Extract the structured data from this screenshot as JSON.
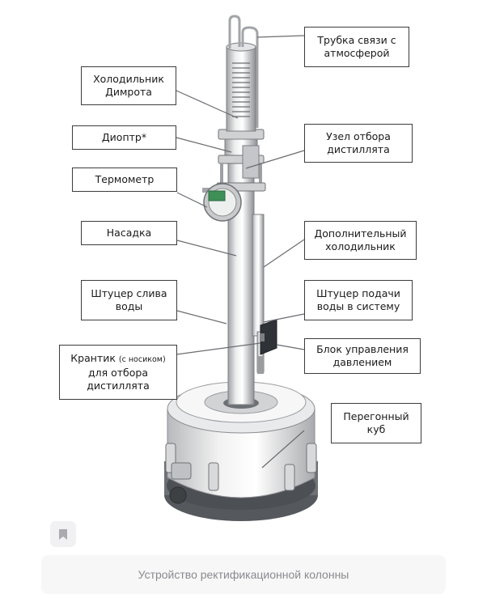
{
  "labels": {
    "tube": "Трубка связи с\nатмосферой",
    "dimroth": "Холодильник\nДимрота",
    "diopter": "Диоптр*",
    "distillate_node": "Узел отбора\nдистиллята",
    "thermometer": "Термометр",
    "nozzle": "Насадка",
    "extra_cooler": "Дополнительный\nхолодильник",
    "drain": "Штуцер слива\nводы",
    "water_supply": "Штуцер подачи\nводы в систему",
    "tap_line1": "Крантик",
    "tap_note": "(с носиком)",
    "tap_line2": "для отбора\nдистиллята",
    "pressure": "Блок управления\nдавлением",
    "cube": "Перегонный\nкуб"
  },
  "caption": "Устройство ректификационной колонны",
  "bookmark_icon": "bookmark-icon",
  "colors": {
    "border": "#3c3c3c",
    "metal": "#d9dadc",
    "caption_text": "#8a8a8e",
    "caption_bg": "#f7f7f8"
  }
}
